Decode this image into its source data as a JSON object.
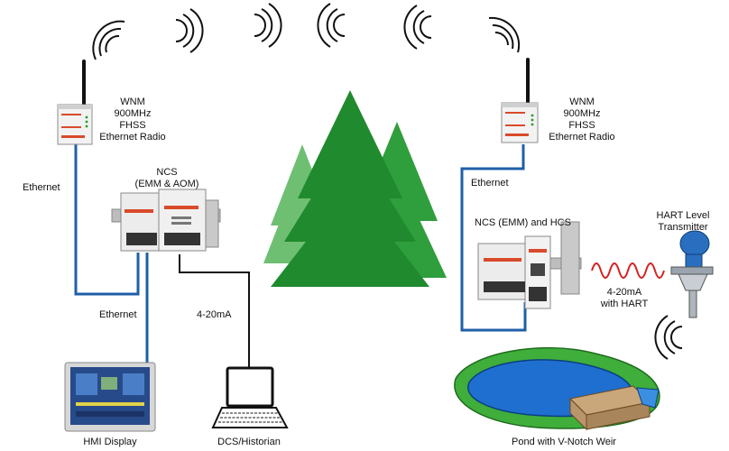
{
  "labels": {
    "radio_left": [
      "WNM",
      "900MHz",
      "FHSS",
      "Ethernet Radio"
    ],
    "radio_right": [
      "WNM",
      "900MHz",
      "FHSS",
      "Ethernet Radio"
    ],
    "ethernet_top_left": "Ethernet",
    "ethernet_bottom_left": "Ethernet",
    "ethernet_right": "Ethernet",
    "ncs_left": [
      "NCS",
      "(EMM & AOM)"
    ],
    "ncs_right": "NCS (EMM) and HCS",
    "analog_left": "4-20mA",
    "analog_right": [
      "4-20mA",
      "with HART"
    ],
    "hart_transmitter": [
      "HART Level",
      "Transmitter"
    ],
    "hmi_display": "HMI Display",
    "dcs_historian": "DCS/Historian",
    "pond": "Pond with V-Notch Weir"
  },
  "colors": {
    "ethernet_cable": "#1f5fa8",
    "signal_wave": "#d42020",
    "tree_green": "#1f8a2e",
    "water": "#1e6fd0",
    "grass": "#3fae3a",
    "weir_wood": "#c9a77a"
  }
}
